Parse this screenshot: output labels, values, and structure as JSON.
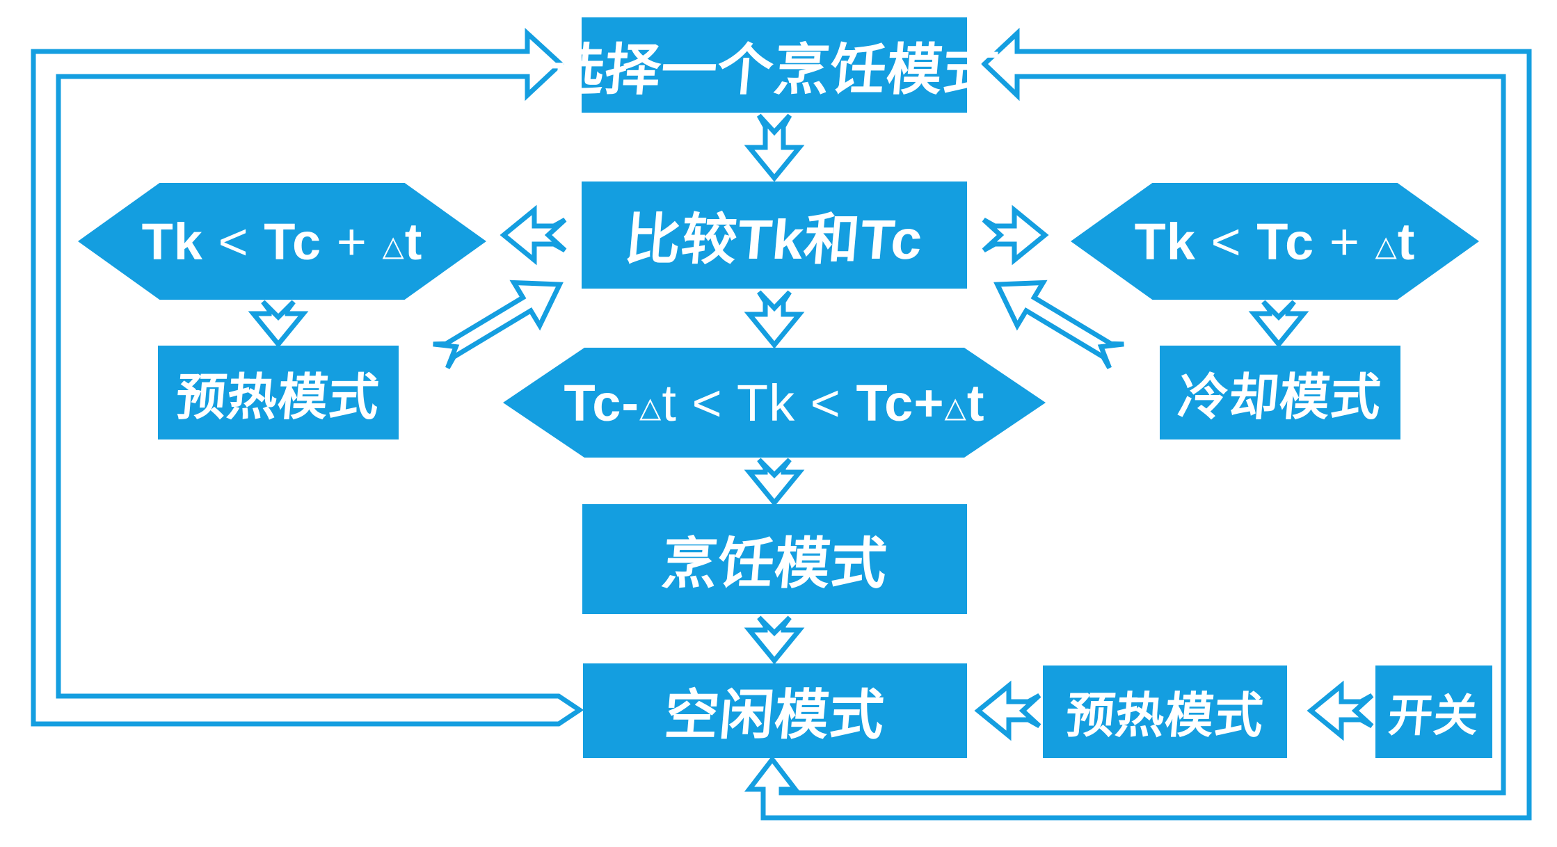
{
  "colors": {
    "accent": "#149ee0",
    "node_fill": "#149ee0",
    "node_text": "#ffffff",
    "background": "#ffffff"
  },
  "nodes": {
    "select_mode": {
      "label": "选择一个烹饪模式",
      "shape": "rect"
    },
    "compare": {
      "label": "比较Tk和Tc",
      "shape": "rect"
    },
    "cond_left": {
      "label": "Tk < Tc + △t",
      "shape": "hexagon",
      "label_parts": [
        {
          "text": "Tk",
          "bold": true
        },
        {
          "text": " < ",
          "bold": false
        },
        {
          "text": "Tc",
          "bold": true
        },
        {
          "text": " + ",
          "bold": false
        },
        {
          "text": "△",
          "bold": false,
          "delta": true
        },
        {
          "text": "t",
          "bold": true
        }
      ]
    },
    "cond_right": {
      "label": "Tk < Tc + △t",
      "shape": "hexagon",
      "label_parts": [
        {
          "text": "Tk",
          "bold": true
        },
        {
          "text": " < ",
          "bold": false
        },
        {
          "text": "Tc",
          "bold": true
        },
        {
          "text": " + ",
          "bold": false
        },
        {
          "text": "△",
          "bold": false,
          "delta": true
        },
        {
          "text": "t",
          "bold": true
        }
      ]
    },
    "cond_center": {
      "label": "Tc-△t < Tk < Tc+△t",
      "shape": "hexagon",
      "label_parts": [
        {
          "text": "Tc",
          "bold": true
        },
        {
          "text": "-",
          "bold": true
        },
        {
          "text": "△",
          "bold": false,
          "delta": true
        },
        {
          "text": "t",
          "bold": false
        },
        {
          "text": " < ",
          "bold": false
        },
        {
          "text": "Tk",
          "bold": false
        },
        {
          "text": " < ",
          "bold": false
        },
        {
          "text": "Tc",
          "bold": true
        },
        {
          "text": "+",
          "bold": true
        },
        {
          "text": "△",
          "bold": false,
          "delta": true
        },
        {
          "text": "t",
          "bold": true
        }
      ]
    },
    "preheat_left": {
      "label": "预热模式",
      "shape": "rect"
    },
    "cooling": {
      "label": "冷却模式",
      "shape": "rect"
    },
    "cooking": {
      "label": "烹饪模式",
      "shape": "rect"
    },
    "idle": {
      "label": "空闲模式",
      "shape": "rect"
    },
    "preheat_bottom": {
      "label": "预热模式",
      "shape": "rect"
    },
    "switch": {
      "label": "开关",
      "shape": "rect"
    }
  },
  "edges": [
    {
      "from": "select_mode",
      "to": "compare",
      "kind": "block-arrow-down"
    },
    {
      "from": "compare",
      "to": "cond_left",
      "kind": "block-arrow-left"
    },
    {
      "from": "compare",
      "to": "cond_right",
      "kind": "block-arrow-right"
    },
    {
      "from": "compare",
      "to": "cond_center",
      "kind": "block-arrow-down"
    },
    {
      "from": "cond_left",
      "to": "preheat_left",
      "kind": "block-arrow-down"
    },
    {
      "from": "cond_right",
      "to": "cooling",
      "kind": "block-arrow-down"
    },
    {
      "from": "cond_center",
      "to": "cooking",
      "kind": "block-arrow-down"
    },
    {
      "from": "preheat_left",
      "to": "compare",
      "kind": "diagonal-arrow-up-right"
    },
    {
      "from": "cooling",
      "to": "compare",
      "kind": "diagonal-arrow-up-left"
    },
    {
      "from": "cooking",
      "to": "idle",
      "kind": "block-arrow-down"
    },
    {
      "from": "preheat_bottom",
      "to": "idle",
      "kind": "block-arrow-left"
    },
    {
      "from": "switch",
      "to": "preheat_bottom",
      "kind": "block-arrow-left"
    },
    {
      "from": "idle",
      "to": "select_mode",
      "kind": "outlined-loop-left-edge"
    },
    {
      "from": "select_mode",
      "to": "idle",
      "kind": "outlined-loop-right-bottom-edge"
    }
  ]
}
